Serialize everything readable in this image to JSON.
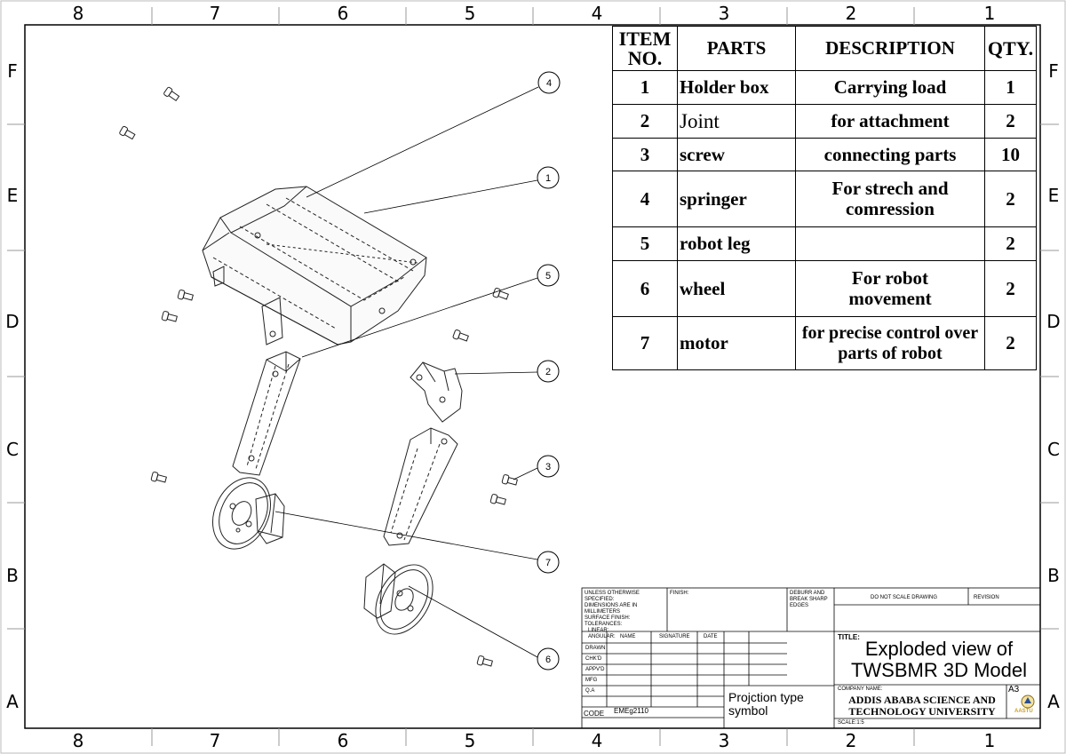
{
  "border": {
    "columns": [
      "8",
      "7",
      "6",
      "5",
      "4",
      "3",
      "2",
      "1"
    ],
    "rows": [
      "F",
      "E",
      "D",
      "C",
      "B",
      "A"
    ]
  },
  "bom": {
    "headers": {
      "item": "ITEM NO.",
      "parts": "PARTS",
      "description": "DESCRIPTION",
      "qty": "QTY."
    },
    "rows": [
      {
        "item": "1",
        "part": "Holder box",
        "description": "Carrying load",
        "qty": "1"
      },
      {
        "item": "2",
        "part": "Joint",
        "description": "for attachment",
        "qty": "2"
      },
      {
        "item": "3",
        "part": "screw",
        "description": "connecting parts",
        "qty": "10"
      },
      {
        "item": "4",
        "part": "springer",
        "description": "For strech and comression",
        "qty": "2"
      },
      {
        "item": "5",
        "part": "robot leg",
        "description": "",
        "qty": "2"
      },
      {
        "item": "6",
        "part": "wheel",
        "description": "For robot movement",
        "qty": "2"
      },
      {
        "item": "7",
        "part": "motor",
        "description": "for precise control over parts of robot",
        "qty": "2"
      }
    ]
  },
  "balloons": [
    "4",
    "1",
    "5",
    "2",
    "3",
    "7",
    "6"
  ],
  "title_block": {
    "unless": "UNLESS OTHERWISE SPECIFIED:",
    "dims": "DIMENSIONS ARE IN MILLIMETERS",
    "surface": "SURFACE FINISH:",
    "tolerances": "TOLERANCES:",
    "linear": "LINEAR:",
    "angular": "ANGULAR:",
    "finish": "FINISH:",
    "deburr": "DEBURR AND",
    "break_sharp": "BREAK SHARP",
    "edges": "EDGES",
    "no_scale": "DO NOT SCALE DRAWING",
    "revision": "REVISION",
    "col_name": "NAME",
    "col_signature": "SIGNATURE",
    "col_date": "DATE",
    "row_drawn": "DRAWN",
    "row_chkd": "CHK'D",
    "row_appvd": "APPV'D",
    "row_mfg": "MFG",
    "row_qa": "Q.A",
    "title_label": "TITLE:",
    "title_line1": "Exploded view of",
    "title_line2": "TWSBMR 3D Model",
    "company_label": "COMPANY NAME:",
    "company_line1": "ADDIS ABABA SCIENCE AND",
    "company_line2": "TECHNOLOGY UNIVERSITY",
    "sheet_size": "A3",
    "logo_text": "AASTU",
    "scale": "SCALE:1:5",
    "code_label": "CODE",
    "code_value": "EMEg2110",
    "projection_line1": "Projction type",
    "projection_line2": "symbol"
  }
}
